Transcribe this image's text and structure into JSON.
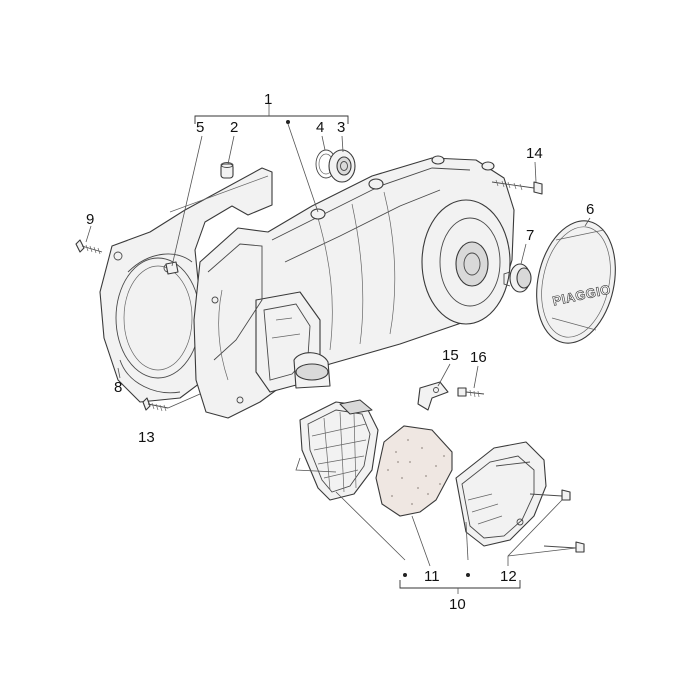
{
  "diagram": {
    "callouts": [
      {
        "id": "1",
        "text": "1"
      },
      {
        "id": "2",
        "text": "2"
      },
      {
        "id": "3",
        "text": "3"
      },
      {
        "id": "4",
        "text": "4"
      },
      {
        "id": "5",
        "text": "5"
      },
      {
        "id": "6",
        "text": "6"
      },
      {
        "id": "7",
        "text": "7"
      },
      {
        "id": "8",
        "text": "8"
      },
      {
        "id": "9",
        "text": "9"
      },
      {
        "id": "10",
        "text": "10"
      },
      {
        "id": "11",
        "text": "11"
      },
      {
        "id": "12",
        "text": "12"
      },
      {
        "id": "13",
        "text": "13"
      },
      {
        "id": "14",
        "text": "14"
      },
      {
        "id": "15",
        "text": "15"
      },
      {
        "id": "16",
        "text": "16"
      }
    ],
    "brand_plate_text": "PIAGGIO"
  }
}
